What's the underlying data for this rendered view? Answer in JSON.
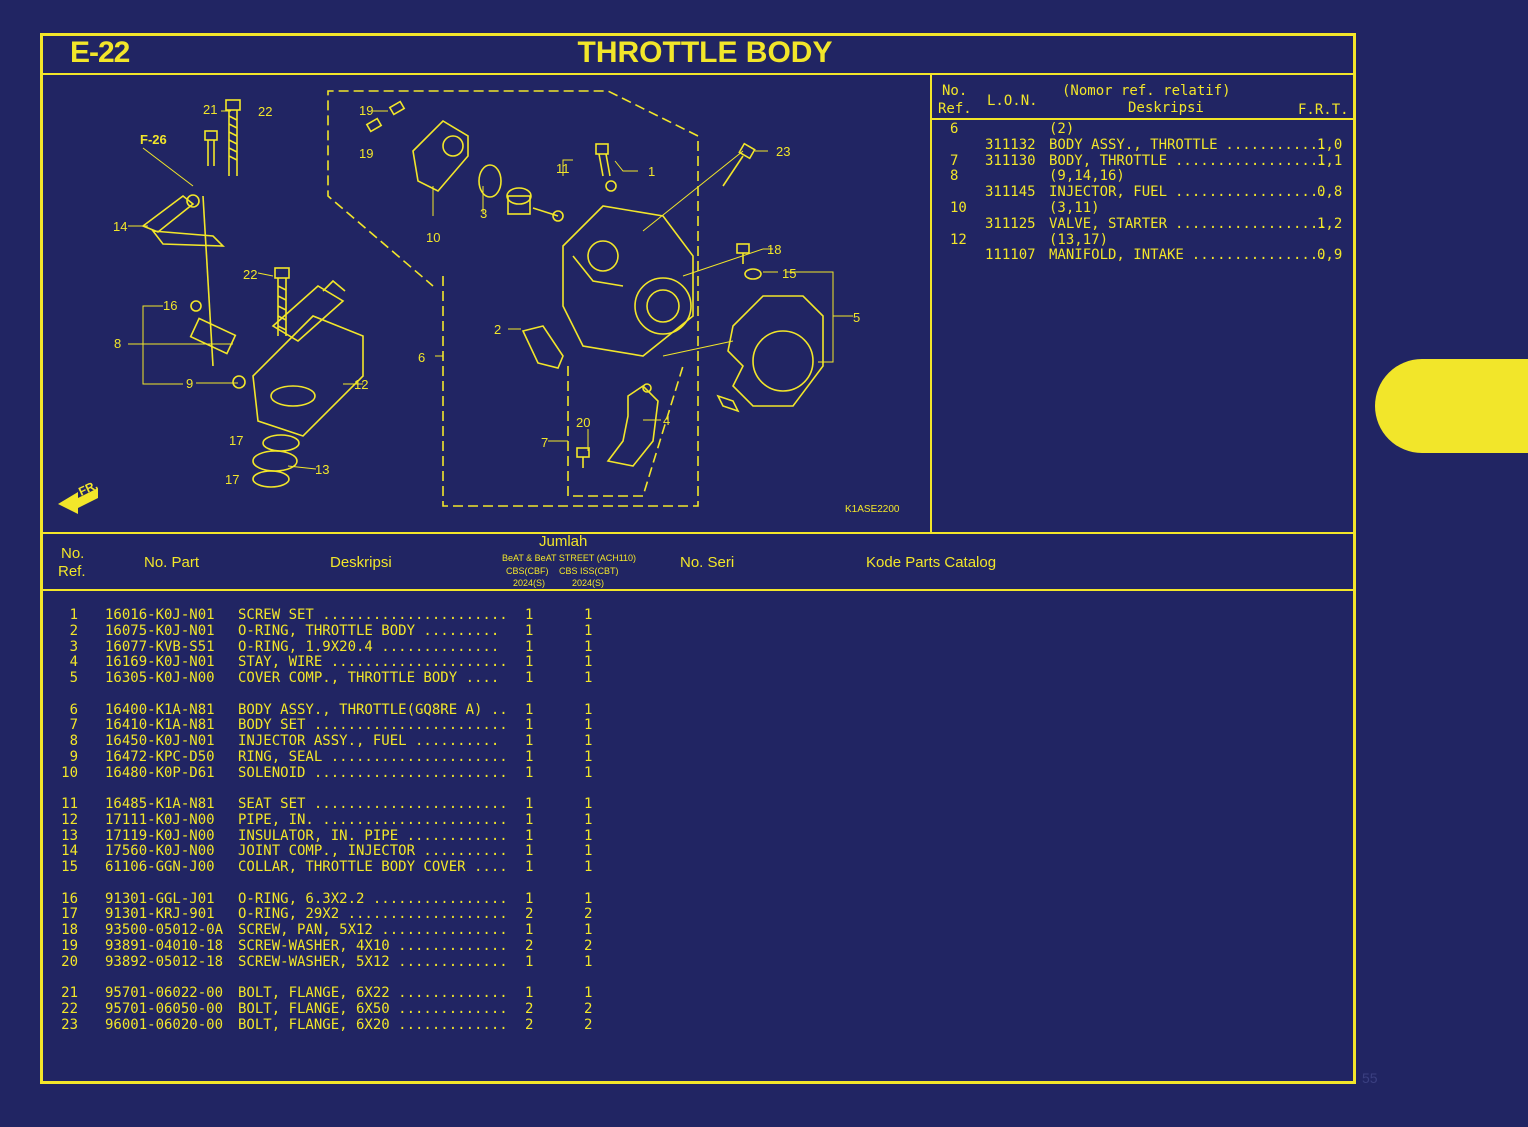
{
  "header": {
    "code": "E-22",
    "title": "THROTTLE BODY"
  },
  "diagram": {
    "ref_code": "K1ASE2200",
    "front_label": "FR.",
    "cross_ref": "F-26",
    "callouts": [
      "1",
      "2",
      "3",
      "4",
      "5",
      "6",
      "7",
      "8",
      "9",
      "10",
      "11",
      "12",
      "13",
      "14",
      "15",
      "16",
      "17",
      "17",
      "18",
      "19",
      "19",
      "20",
      "21",
      "22",
      "22",
      "23"
    ]
  },
  "frt_table": {
    "headers": {
      "no": "No.",
      "ref": "Ref.",
      "lon": "L.O.N.",
      "desc_top": "(Nomor ref. relatif)",
      "desc": "Deskripsi",
      "frt": "F.R.T."
    },
    "rows": [
      {
        "ref": "6",
        "lon": "",
        "desc": "(2)",
        "dots": "",
        "frt": ""
      },
      {
        "ref": "",
        "lon": "311132",
        "desc": "BODY ASSY., THROTTLE",
        "dots": "............",
        "frt": "1,0"
      },
      {
        "ref": "7",
        "lon": "311130",
        "desc": "BODY, THROTTLE",
        "dots": "..................",
        "frt": "1,1"
      },
      {
        "ref": "8",
        "lon": "",
        "desc": "(9,14,16)",
        "dots": "",
        "frt": ""
      },
      {
        "ref": "",
        "lon": "311145",
        "desc": "INJECTOR, FUEL",
        "dots": "..................",
        "frt": "0,8"
      },
      {
        "ref": "10",
        "lon": "",
        "desc": "(3,11)",
        "dots": "",
        "frt": ""
      },
      {
        "ref": "",
        "lon": "311125",
        "desc": "VALVE, STARTER",
        "dots": "..................",
        "frt": "1,2"
      },
      {
        "ref": "12",
        "lon": "",
        "desc": "(13,17)",
        "dots": "",
        "frt": ""
      },
      {
        "ref": "",
        "lon": "111107",
        "desc": "MANIFOLD, INTAKE",
        "dots": "................",
        "frt": "0,9"
      }
    ]
  },
  "parts_table": {
    "headers": {
      "no": "No.",
      "ref": "Ref.",
      "part": "No. Part",
      "desc": "Deskripsi",
      "jumlah": "Jumlah",
      "model": "BeAT & BeAT STREET (ACH110)",
      "col1": "CBS(CBF)",
      "col1_year": "2024(S)",
      "col2": "CBS ISS(CBT)",
      "col2_year": "2024(S)",
      "serial": "No. Seri",
      "catalog": "Kode Parts Catalog"
    },
    "rows": [
      {
        "ref": "1",
        "part": "16016-K0J-N01",
        "desc": "SCREW SET ......................",
        "q1": "1",
        "q2": "1"
      },
      {
        "ref": "2",
        "part": "16075-K0J-N01",
        "desc": "O-RING, THROTTLE BODY .........",
        "q1": "1",
        "q2": "1"
      },
      {
        "ref": "3",
        "part": "16077-KVB-S51",
        "desc": "O-RING, 1.9X20.4 ..............",
        "q1": "1",
        "q2": "1"
      },
      {
        "ref": "4",
        "part": "16169-K0J-N01",
        "desc": "STAY, WIRE .....................",
        "q1": "1",
        "q2": "1"
      },
      {
        "ref": "5",
        "part": "16305-K0J-N00",
        "desc": "COVER COMP., THROTTLE BODY ....",
        "q1": "1",
        "q2": "1"
      },
      {
        "ref": "6",
        "part": "16400-K1A-N81",
        "desc": "BODY ASSY., THROTTLE(GQ8RE A) ..",
        "q1": "1",
        "q2": "1"
      },
      {
        "ref": "7",
        "part": "16410-K1A-N81",
        "desc": "BODY SET .......................",
        "q1": "1",
        "q2": "1"
      },
      {
        "ref": "8",
        "part": "16450-K0J-N01",
        "desc": "INJECTOR ASSY., FUEL ..........",
        "q1": "1",
        "q2": "1"
      },
      {
        "ref": "9",
        "part": "16472-KPC-D50",
        "desc": "RING, SEAL .....................",
        "q1": "1",
        "q2": "1"
      },
      {
        "ref": "10",
        "part": "16480-K0P-D61",
        "desc": "SOLENOID .......................",
        "q1": "1",
        "q2": "1"
      },
      {
        "ref": "11",
        "part": "16485-K1A-N81",
        "desc": "SEAT SET .......................",
        "q1": "1",
        "q2": "1"
      },
      {
        "ref": "12",
        "part": "17111-K0J-N00",
        "desc": "PIPE, IN. ......................",
        "q1": "1",
        "q2": "1"
      },
      {
        "ref": "13",
        "part": "17119-K0J-N00",
        "desc": "INSULATOR, IN. PIPE ............",
        "q1": "1",
        "q2": "1"
      },
      {
        "ref": "14",
        "part": "17560-K0J-N00",
        "desc": "JOINT COMP., INJECTOR ..........",
        "q1": "1",
        "q2": "1"
      },
      {
        "ref": "15",
        "part": "61106-GGN-J00",
        "desc": "COLLAR, THROTTLE BODY COVER ....",
        "q1": "1",
        "q2": "1"
      },
      {
        "ref": "16",
        "part": "91301-GGL-J01",
        "desc": "O-RING, 6.3X2.2 ................",
        "q1": "1",
        "q2": "1"
      },
      {
        "ref": "17",
        "part": "91301-KRJ-901",
        "desc": "O-RING, 29X2 ...................",
        "q1": "2",
        "q2": "2"
      },
      {
        "ref": "18",
        "part": "93500-05012-0A",
        "desc": "SCREW, PAN, 5X12 ...............",
        "q1": "1",
        "q2": "1"
      },
      {
        "ref": "19",
        "part": "93891-04010-18",
        "desc": "SCREW-WASHER, 4X10 .............",
        "q1": "2",
        "q2": "2"
      },
      {
        "ref": "20",
        "part": "93892-05012-18",
        "desc": "SCREW-WASHER, 5X12 .............",
        "q1": "1",
        "q2": "1"
      },
      {
        "ref": "21",
        "part": "95701-06022-00",
        "desc": "BOLT, FLANGE, 6X22 .............",
        "q1": "1",
        "q2": "1"
      },
      {
        "ref": "22",
        "part": "95701-06050-00",
        "desc": "BOLT, FLANGE, 6X50 .............",
        "q1": "2",
        "q2": "2"
      },
      {
        "ref": "23",
        "part": "96001-06020-00",
        "desc": "BOLT, FLANGE, 6X20 .............",
        "q1": "2",
        "q2": "2"
      }
    ]
  },
  "page_number": "55",
  "colors": {
    "background": "#212563",
    "accent": "#f2e62a"
  }
}
